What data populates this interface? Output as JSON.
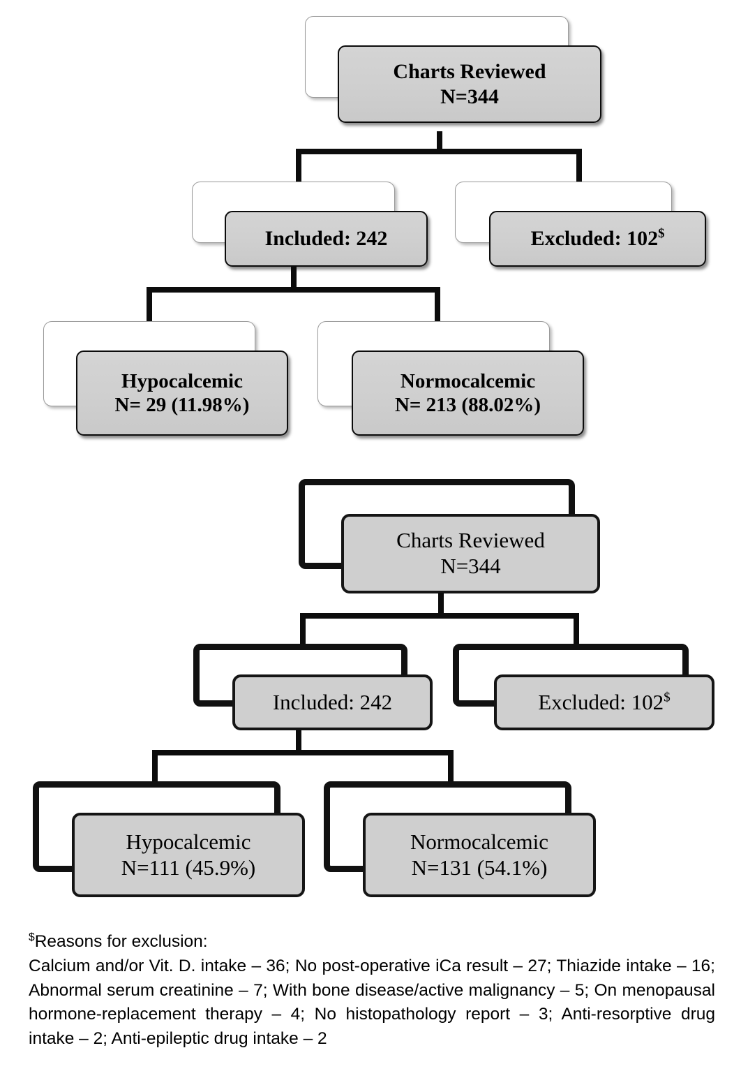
{
  "figure": {
    "type": "flowchart",
    "description": "Two patient-selection flow diagrams (CONSORT-style) with an exclusion-reasons footnote",
    "superscript_marker": "$"
  },
  "chart_data": {
    "type": "flowchart",
    "title": "",
    "charts": [
      {
        "id": "chart-top",
        "style": "bold-serif",
        "nodes": [
          {
            "id": "root",
            "line1": "Charts Reviewed",
            "line2": "N=344",
            "level": 0
          },
          {
            "id": "inc",
            "line1": "Included: 242",
            "line2": "",
            "level": 1
          },
          {
            "id": "exc",
            "line1": "Excluded: 102",
            "line2": "",
            "marker": "$",
            "level": 1
          },
          {
            "id": "hypo",
            "line1": "Hypocalcemic",
            "line2": "N= 29 (11.98%)",
            "level": 2
          },
          {
            "id": "normo",
            "line1": "Normocalcemic",
            "line2": "N= 213 (88.02%)",
            "level": 2
          }
        ],
        "edges": [
          {
            "from": "root",
            "to": "inc"
          },
          {
            "from": "root",
            "to": "exc"
          },
          {
            "from": "inc",
            "to": "hypo"
          },
          {
            "from": "inc",
            "to": "normo"
          }
        ],
        "values": {
          "total": 344,
          "included": 242,
          "excluded": 102,
          "hypocalcemic": 29,
          "hypocalcemic_pct": 11.98,
          "normocalcemic": 213,
          "normocalcemic_pct": 88.02
        }
      },
      {
        "id": "chart-bottom",
        "style": "regular-serif",
        "nodes": [
          {
            "id": "root",
            "line1": "Charts Reviewed",
            "line2": "N=344",
            "level": 0
          },
          {
            "id": "inc",
            "line1": "Included: 242",
            "line2": "",
            "level": 1
          },
          {
            "id": "exc",
            "line1": "Excluded: 102",
            "line2": "",
            "marker": "$",
            "level": 1
          },
          {
            "id": "hypo",
            "line1": "Hypocalcemic",
            "line2": "N=111 (45.9%)",
            "level": 2
          },
          {
            "id": "normo",
            "line1": "Normocalcemic",
            "line2": "N=131 (54.1%)",
            "level": 2
          }
        ],
        "edges": [
          {
            "from": "root",
            "to": "inc"
          },
          {
            "from": "root",
            "to": "exc"
          },
          {
            "from": "inc",
            "to": "hypo"
          },
          {
            "from": "inc",
            "to": "normo"
          }
        ],
        "values": {
          "total": 344,
          "included": 242,
          "excluded": 102,
          "hypocalcemic": 111,
          "hypocalcemic_pct": 45.9,
          "normocalcemic": 131,
          "normocalcemic_pct": 54.1
        }
      }
    ]
  },
  "chart_top": {
    "root": {
      "line1": "Charts Reviewed",
      "line2": "N=344"
    },
    "included": {
      "line1": "Included: 242"
    },
    "excluded": {
      "line1": "Excluded: 102",
      "marker": "$"
    },
    "hypocalcemic": {
      "line1": "Hypocalcemic",
      "line2": "N= 29 (11.98%)"
    },
    "normocalcemic": {
      "line1": "Normocalcemic",
      "line2": "N= 213 (88.02%)"
    }
  },
  "chart_bottom": {
    "root": {
      "line1": "Charts Reviewed",
      "line2": "N=344"
    },
    "included": {
      "line1": "Included: 242"
    },
    "excluded": {
      "line1": "Excluded: 102",
      "marker": "$"
    },
    "hypocalcemic": {
      "line1": "Hypocalcemic",
      "line2": "N=111 (45.9%)"
    },
    "normocalcemic": {
      "line1": "Normocalcemic",
      "line2": "N=131 (54.1%)"
    }
  },
  "footnote": {
    "marker": "$",
    "heading": "Reasons for exclusion:",
    "body": "Calcium and/or Vit. D. intake – 36; No post-operative iCa result – 27; Thiazide intake – 16; Abnormal serum creatinine – 7; With bone disease/active malignancy – 5; On menopausal hormone-replacement therapy – 4; No histopathology report – 3; Anti-resorptive drug intake – 2; Anti-epileptic drug intake – 2",
    "reasons": [
      {
        "label": "Calcium and/or Vit. D. intake",
        "count": 36
      },
      {
        "label": "No post-operative iCa result",
        "count": 27
      },
      {
        "label": "Thiazide intake",
        "count": 16
      },
      {
        "label": "Abnormal serum creatinine",
        "count": 7
      },
      {
        "label": "With bone disease/active malignancy",
        "count": 5
      },
      {
        "label": "On menopausal hormone-replacement therapy",
        "count": 4
      },
      {
        "label": "No histopathology report",
        "count": 3
      },
      {
        "label": "Anti-resorptive drug intake",
        "count": 2
      },
      {
        "label": "Anti-epileptic drug intake",
        "count": 2
      }
    ]
  },
  "colors": {
    "node_fill": "#d0d0d0",
    "node_border": "#0b0b0b",
    "back_card_fill": "#ffffff",
    "connector": "#0c0c0c",
    "text": "#000000",
    "page_background": "#ffffff"
  }
}
